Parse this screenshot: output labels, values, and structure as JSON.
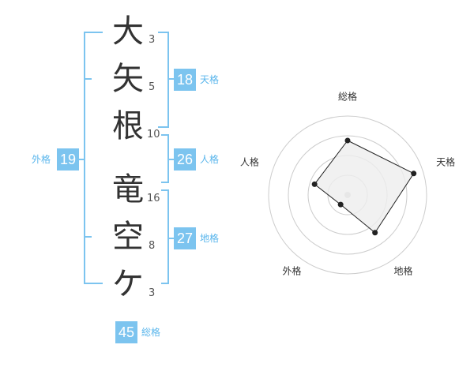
{
  "name_chars": [
    {
      "char": "大",
      "strokes": "3"
    },
    {
      "char": "矢",
      "strokes": "5"
    },
    {
      "char": "根",
      "strokes": "10"
    },
    {
      "char": "竜",
      "strokes": "16"
    },
    {
      "char": "空",
      "strokes": "8"
    },
    {
      "char": "ケ",
      "strokes": "3"
    }
  ],
  "kakusu": {
    "tenkaku": {
      "value": "18",
      "label": "天格"
    },
    "jinkaku": {
      "value": "26",
      "label": "人格"
    },
    "chikaku": {
      "value": "27",
      "label": "地格"
    },
    "gaikaku": {
      "value": "19",
      "label": "外格"
    },
    "soukaku": {
      "value": "45",
      "label": "総格"
    }
  },
  "colors": {
    "accent": "#7cc4ef",
    "accent_text": "#5ab6ec",
    "text": "#333333",
    "radar_fill": "#eeeeee",
    "radar_grid": "#cccccc"
  },
  "chart_data": {
    "type": "radar",
    "axes": [
      "総格",
      "天格",
      "地格",
      "外格",
      "人格"
    ],
    "values": [
      0.69,
      0.88,
      0.59,
      0.15,
      0.44
    ],
    "range": [
      0,
      1
    ],
    "rings": 4
  }
}
